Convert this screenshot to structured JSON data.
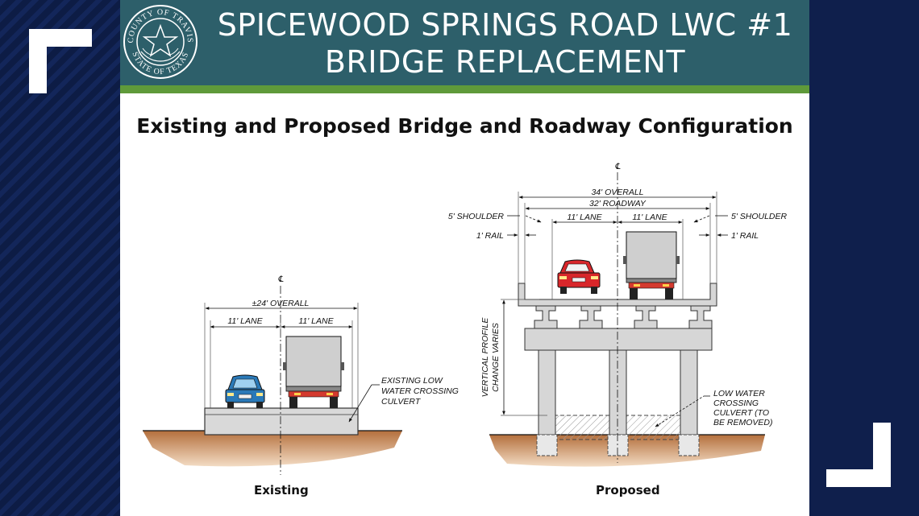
{
  "banner": {
    "title_line1": "SPICEWOOD SPRINGS ROAD LWC #1",
    "title_line2": "BRIDGE REPLACEMENT",
    "seal_top_text": "COUNTY OF TRAVIS",
    "seal_bottom_text": "STATE OF TEXAS",
    "colors": {
      "banner": "#2d5f6a",
      "stripe": "#5f9a3a"
    }
  },
  "subtitle": "Existing and Proposed Bridge and Roadway Configuration",
  "existing": {
    "caption": "Existing",
    "centerline": "℄",
    "overall": "±24' OVERALL",
    "lane_left": "11' LANE",
    "lane_right": "11' LANE",
    "culvert_note": [
      "EXISTING LOW",
      "WATER CROSSING",
      "CULVERT"
    ]
  },
  "proposed": {
    "caption": "Proposed",
    "centerline": "℄",
    "overall": "34' OVERALL",
    "roadway": "32' ROADWAY",
    "shoulder_left": "5' SHOULDER",
    "shoulder_right": "5' SHOULDER",
    "lane_left": "11' LANE",
    "lane_right": "11' LANE",
    "rail_left": "1' RAIL",
    "rail_right": "1' RAIL",
    "vertical_note": [
      "VERTICAL PROFILE",
      "CHANGE VARIES"
    ],
    "culvert_note": [
      "LOW WATER",
      "CROSSING",
      "CULVERT (TO",
      "BE REMOVED)"
    ]
  }
}
